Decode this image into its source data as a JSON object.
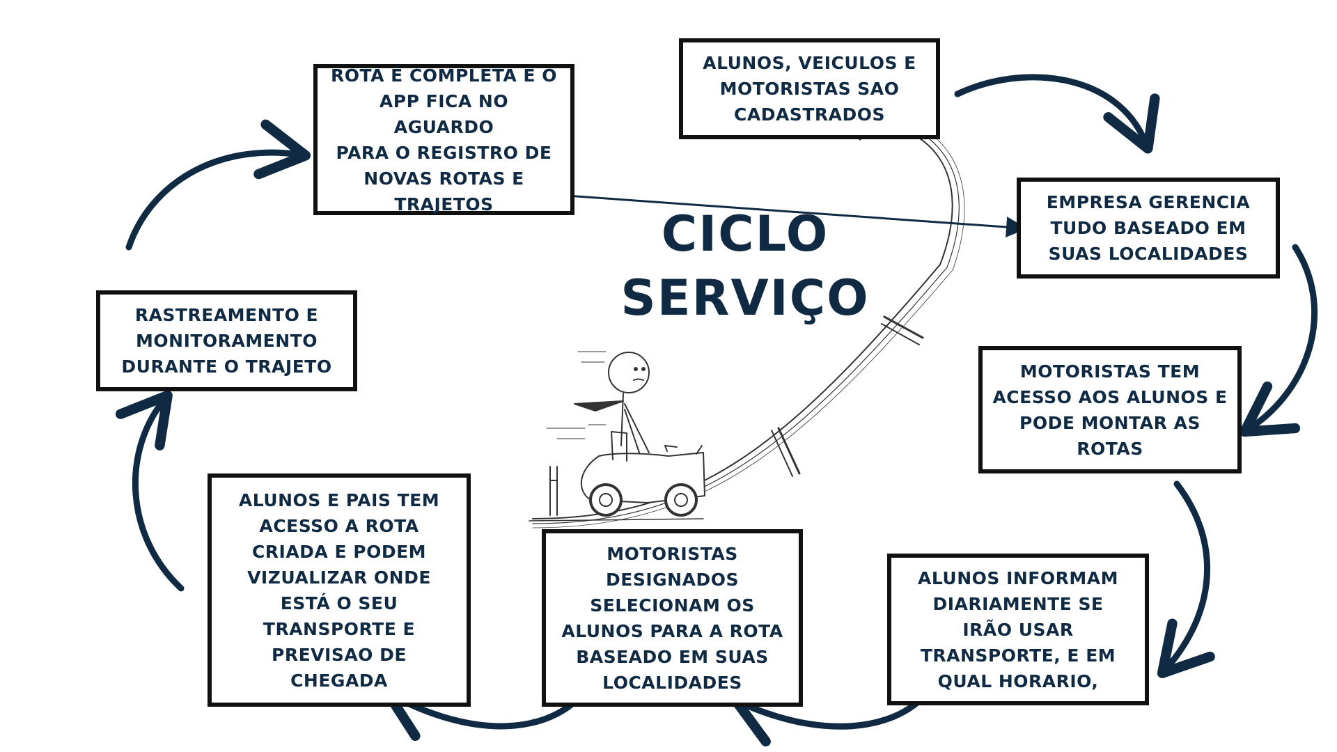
{
  "title": {
    "line1": "CICLO",
    "line2": "SERVIÇO"
  },
  "steps": [
    {
      "id": "cadastro",
      "text": "ALUNOS, VEICULOS E\nMOTORISTAS SAO\nCADASTRADOS"
    },
    {
      "id": "empresa",
      "text": "EMPRESA GERENCIA\nTUDO BASEADO EM\nSUAS LOCALIDADES"
    },
    {
      "id": "motoristas-rotas",
      "text": "MOTORISTAS TEM\nACESSO AOS ALUNOS E\nPODE MONTAR AS\nROTAS"
    },
    {
      "id": "alunos-informam",
      "text": "ALUNOS INFORMAM\nDIARIAMENTE  SE\nIRÃO USAR\nTRANSPORTE, E EM\nQUAL HORARIO,"
    },
    {
      "id": "motoristas-designados",
      "text": "MOTORISTAS\nDESIGNADOS\nSELECIONAM OS\nALUNOS PARA A ROTA\nBASEADO EM SUAS\nLOCALIDADES"
    },
    {
      "id": "alunos-pais",
      "text": "ALUNOS E PAIS TEM\nACESSO  A ROTA\nCRIADA E PODEM\nVIZUALIZAR  ONDE\nESTÁ O SEU\nTRANSPORTE E\nPREVISAO DE\nCHEGADA"
    },
    {
      "id": "rastreamento",
      "text": "RASTREAMENTO E\nMONITORAMENTO\nDURANTE O TRAJETO"
    },
    {
      "id": "rota-completa",
      "text": "ROTA É COMPLETA E O\nAPP FICA NO AGUARDO\nPARA O REGISTRO DE\nNOVAS ROTAS E\nTRAJETOS"
    }
  ],
  "colors": {
    "arrow": "#0f2a42",
    "text": "#0f2a42",
    "border": "#111111",
    "sketch": "#333333"
  },
  "illustration": "stick-figure-driving-car-up-loop-icon"
}
